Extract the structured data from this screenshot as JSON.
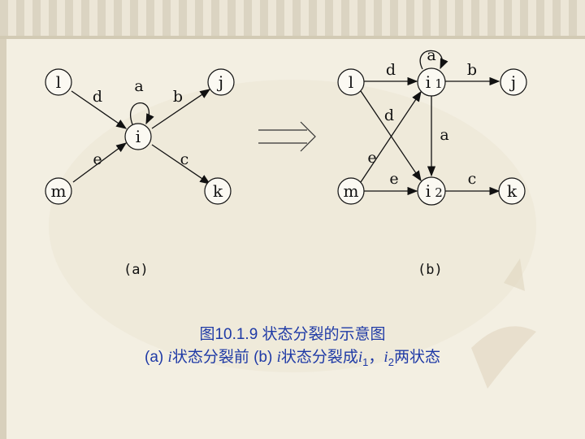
{
  "diagram_a": {
    "nodes": {
      "l": "l",
      "j": "j",
      "i": "i",
      "m": "m",
      "k": "k"
    },
    "edges": {
      "d": "d",
      "a": "a",
      "b": "b",
      "e": "e",
      "c": "c"
    },
    "label": "(a)"
  },
  "diagram_b": {
    "nodes": {
      "l": "l",
      "i1_base": "i",
      "i1_sub": "1",
      "j": "j",
      "m": "m",
      "i2_base": "i",
      "i2_sub": "2",
      "k": "k"
    },
    "edges": {
      "a_top": "a",
      "d_top": "d",
      "b": "b",
      "d_cross": "d",
      "a_mid": "a",
      "e_cross": "e",
      "e_bottom": "e",
      "c": "c"
    },
    "label": "(b)"
  },
  "arrow_symbol": "⟹",
  "caption": {
    "line1": "图10.1.9  状态分裂的示意图",
    "line2_a": "(a) ",
    "line2_i1": "i",
    "line2_b": "状态分裂前  (b)  ",
    "line2_i2": "i",
    "line2_c": "状态分裂成",
    "line2_i3": "i",
    "line2_sub1": "1",
    "line2_d": "，",
    "line2_i4": "i",
    "line2_sub2": "2",
    "line2_e": "两状态"
  },
  "colors": {
    "caption": "#1f3aa6",
    "ink": "#111111",
    "background": "#f3efe2"
  }
}
